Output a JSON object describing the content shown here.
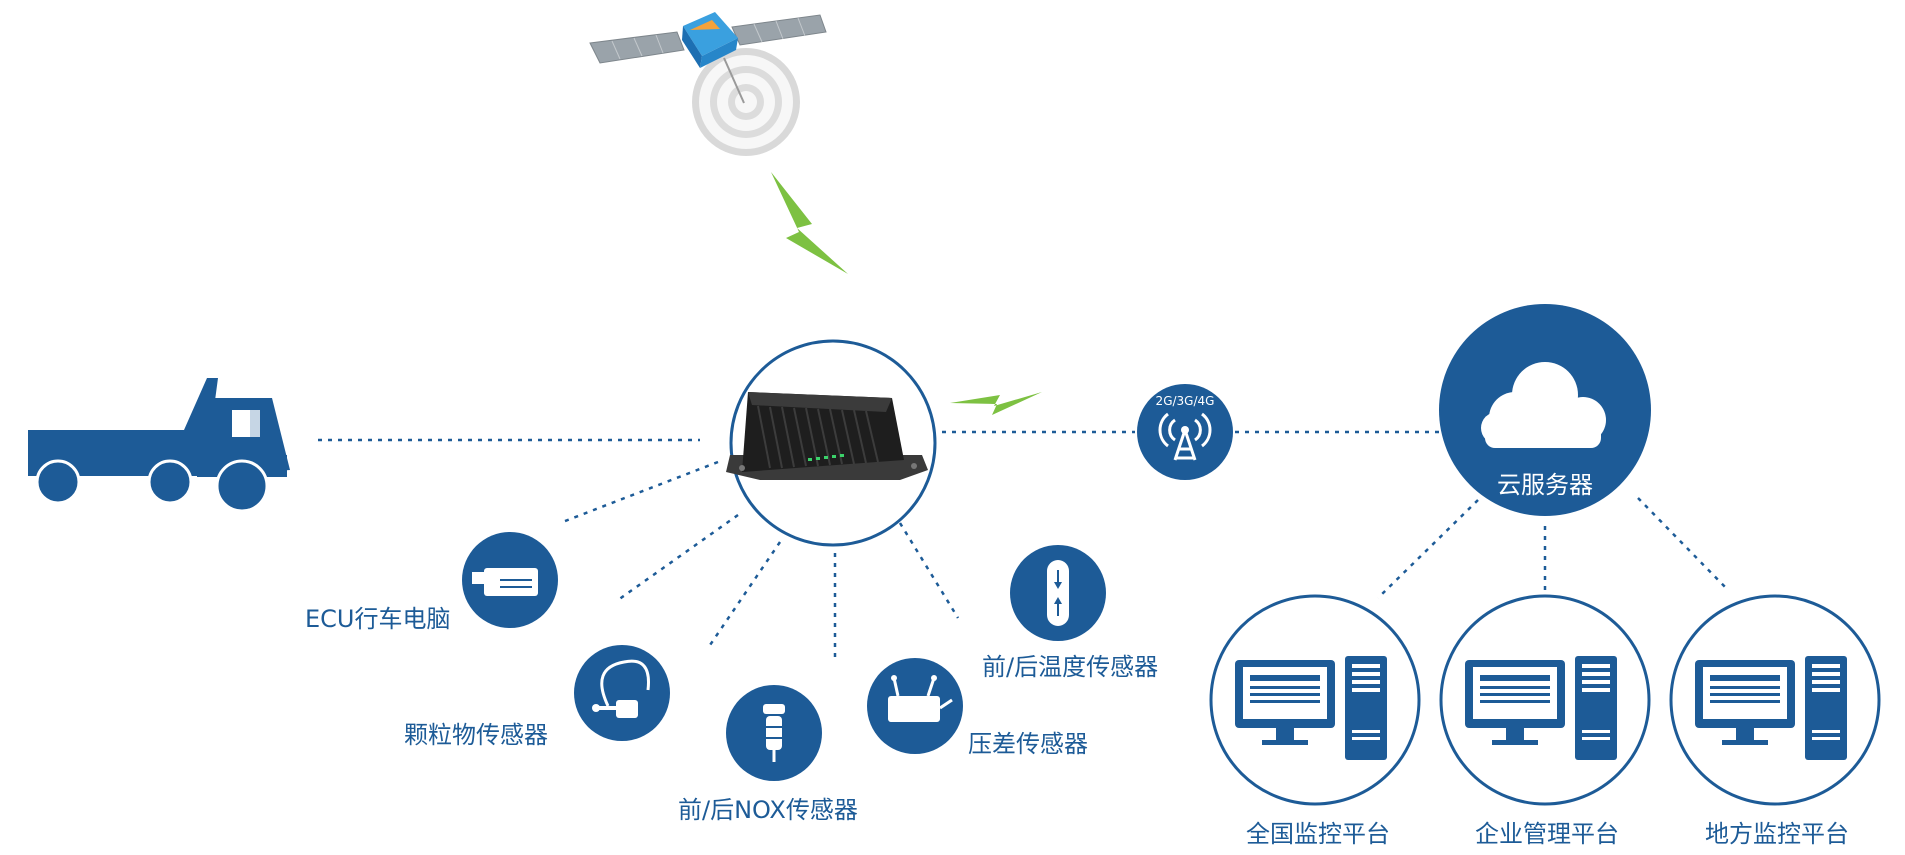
{
  "network_badge": "2G/3G/4G",
  "cloud": {
    "label": "云服务器"
  },
  "sensors": {
    "ecu": "ECU行车电脑",
    "particulate": "颗粒物传感器",
    "nox": "前/后NOX传感器",
    "pressure": "压差传感器",
    "temperature": "前/后温度传感器"
  },
  "platforms": {
    "national": "全国监控平台",
    "enterprise": "企业管理平台",
    "local": "地方监控平台"
  },
  "colors": {
    "primary_blue": "#1d5b97",
    "lightning_green": "#7dc142",
    "satellite_blue": "#3aa0df"
  },
  "icons": [
    "truck-icon",
    "satellite-icon",
    "lightning-icon",
    "terminal-device",
    "cell-tower-icon",
    "cloud-icon",
    "ecu-icon",
    "particulate-sensor-icon",
    "nox-sensor-icon",
    "pressure-sensor-icon",
    "temperature-sensor-icon",
    "computer-icon"
  ]
}
